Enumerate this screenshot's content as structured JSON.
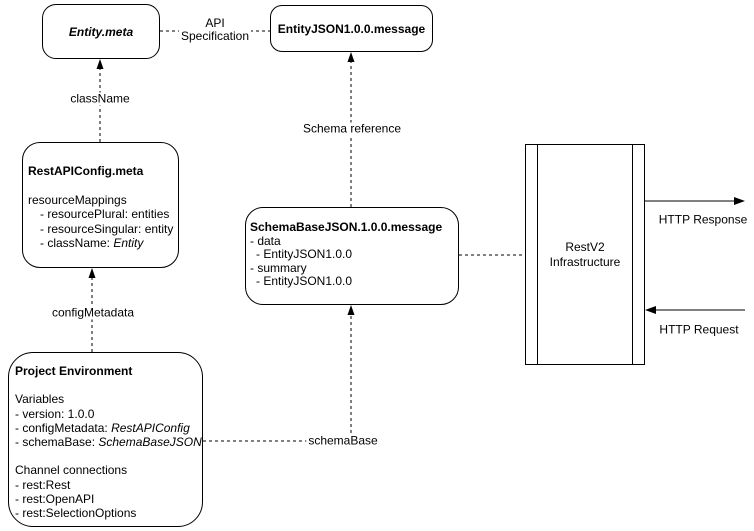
{
  "colors": {
    "stroke": "#000000",
    "background": "#ffffff"
  },
  "nodes": {
    "entity_meta": {
      "title": "Entity.meta"
    },
    "entity_json_message": {
      "title": "EntityJSON1.0.0.message"
    },
    "rest_api_config": {
      "title": "RestAPIConfig.meta",
      "group": "resourceMappings",
      "item1": "- resourcePlural: entities",
      "item2": "- resourceSingular: entity",
      "item3_prefix": "- className: ",
      "item3_value": "Entity"
    },
    "schema_base_message": {
      "title": "SchemaBaseJSON.1.0.0.message",
      "item1": "- data",
      "item2": "- EntityJSON1.0.0",
      "item3": "- summary",
      "item4": "- EntityJSON1.0.0"
    },
    "project_environment": {
      "title": "Project Environment",
      "section1": "Variables",
      "var1": "- version: 1.0.0",
      "var2_prefix": "- configMetadata: ",
      "var2_value": "RestAPIConfig",
      "var3_prefix": "- schemaBase: ",
      "var3_value": "SchemaBaseJSON",
      "section2": "Channel connections",
      "conn1": "- rest:Rest",
      "conn2": "- rest:OpenAPI",
      "conn3": "- rest:SelectionOptions"
    },
    "restv2_infrastructure": {
      "line1": "RestV2",
      "line2": "Infrastructure"
    }
  },
  "edges": {
    "api_specification": {
      "line1": "API",
      "line2": "Specification"
    },
    "class_name": {
      "label": "className"
    },
    "config_metadata": {
      "label": "configMetadata"
    },
    "schema_reference": {
      "label": "Schema reference"
    },
    "schema_base": {
      "label": "schemaBase"
    },
    "http_response": {
      "label": "HTTP Response"
    },
    "http_request": {
      "label": "HTTP Request"
    }
  }
}
